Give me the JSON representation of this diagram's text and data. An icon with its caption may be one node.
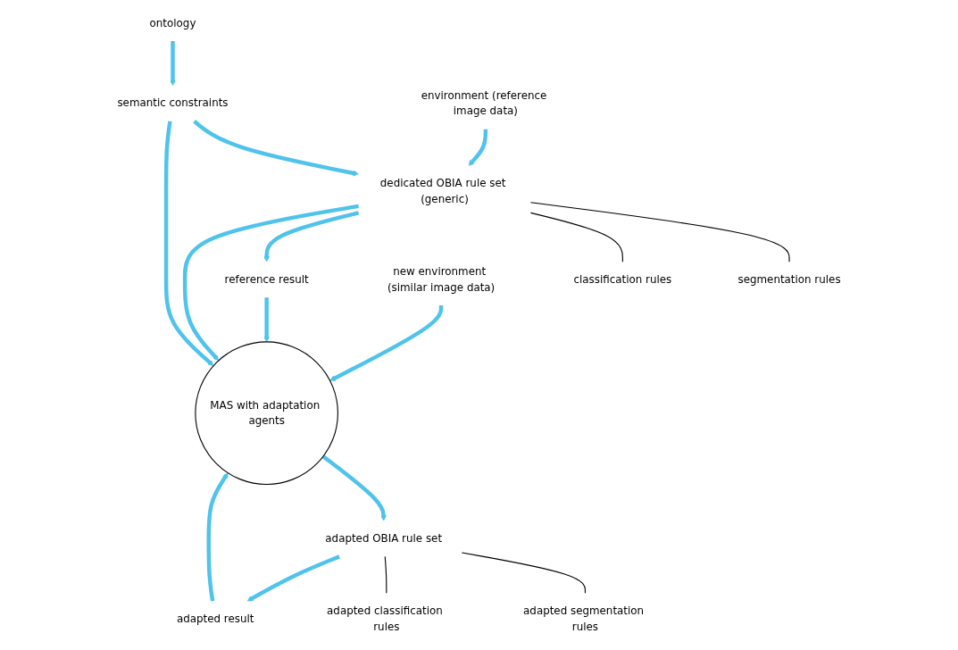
{
  "diagram": {
    "nodes": [
      {
        "text": [
          "ontology"
        ]
      },
      {
        "text": [
          "semantic constraints"
        ]
      },
      {
        "text": [
          "environment (reference image data)"
        ]
      },
      {
        "text": [
          "dedicated OBIA rule set (generic)"
        ]
      },
      {
        "text": [
          "segmentation rules"
        ]
      },
      {
        "text": [
          "classification rules"
        ]
      },
      {
        "text": [
          "reference result"
        ]
      },
      {
        "text": [
          "MAS with adaptation agents"
        ]
      },
      {
        "text": [
          "new environment (similar image data)"
        ]
      },
      {
        "text": [
          "adapted OBIA rule set"
        ]
      },
      {
        "text": [
          "adapted segmentation rules"
        ]
      },
      {
        "text": [
          "adapted classification rules"
        ]
      },
      {
        "text": [
          "adapted result"
        ]
      }
    ],
    "edges": [
      {
        "from": 0,
        "to": 1,
        "arrow": "to"
      },
      {
        "from": 1,
        "to": 3,
        "arrow": "to"
      },
      {
        "from": 2,
        "to": 3,
        "arrow": "to"
      },
      {
        "from": 3,
        "to": 4,
        "arrow": "none",
        "color": "#000000"
      },
      {
        "from": 3,
        "to": 5,
        "arrow": "none",
        "color": "#000000"
      },
      {
        "from": 3,
        "to": 6,
        "arrow": "to"
      },
      {
        "from": 3,
        "to": 7,
        "arrow": "to"
      },
      {
        "from": 1,
        "to": 7,
        "arrow": "to"
      },
      {
        "from": 8,
        "to": 7,
        "arrow": "to"
      },
      {
        "from": 6,
        "to": 7,
        "arrow": "to"
      },
      {
        "from": 7,
        "to": 9,
        "arrow": "to"
      },
      {
        "from": 9,
        "to": 10,
        "arrow": "none",
        "color": "#000000"
      },
      {
        "from": 9,
        "to": 11,
        "arrow": "none",
        "color": "#000000"
      },
      {
        "from": 9,
        "to": 12,
        "arrow": "to"
      },
      {
        "from": 12,
        "to": 7,
        "arrow": "to"
      }
    ]
  }
}
